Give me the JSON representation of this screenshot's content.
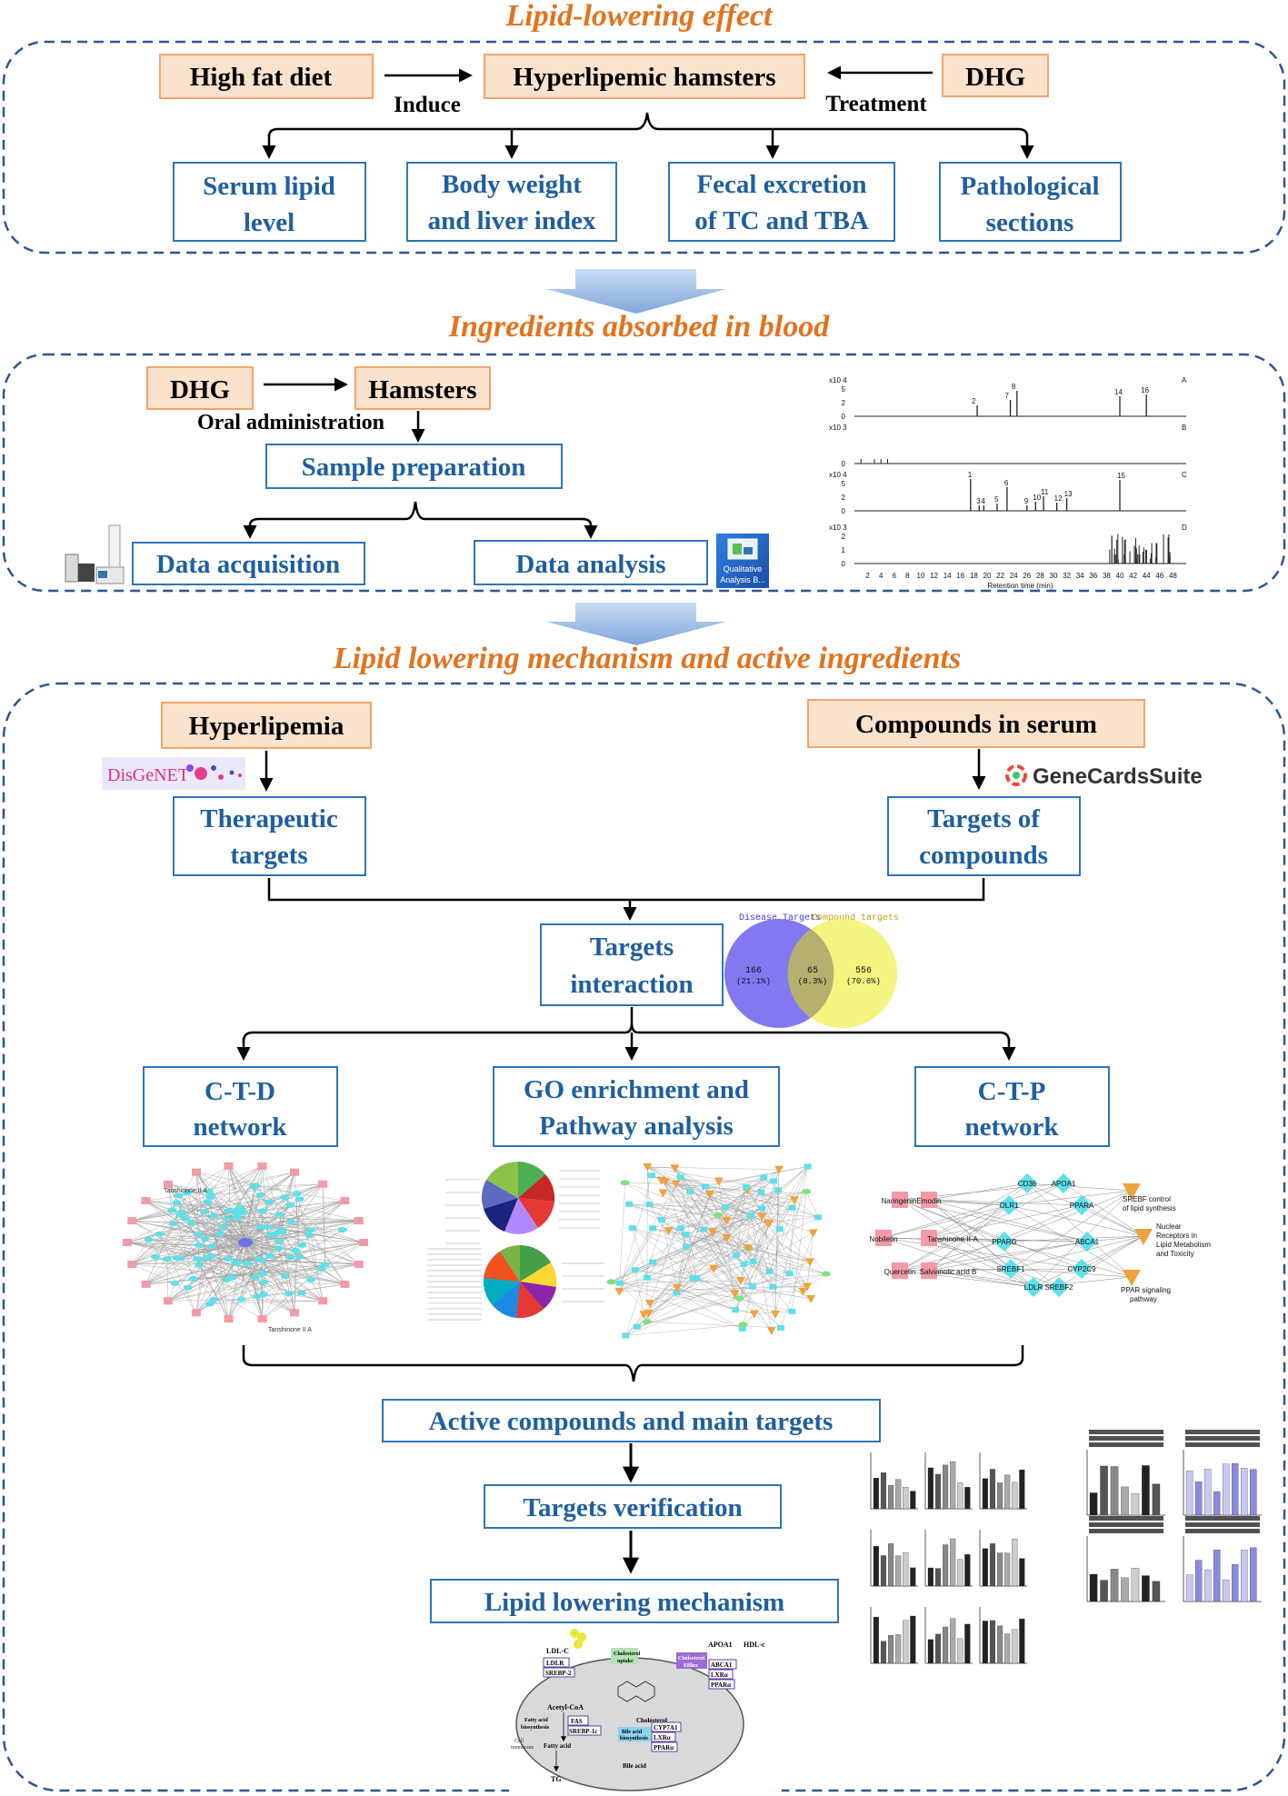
{
  "sections": {
    "s1_title": "Lipid-lowering effect",
    "s2_title": "Ingredients absorbed in blood",
    "s3_title": "Lipid lowering mechanism and active ingredients"
  },
  "s1": {
    "high_fat_diet": "High fat diet",
    "hyperlipemic_hamsters": "Hyperlipemic hamsters",
    "dhg": "DHG",
    "induce": "Induce",
    "treatment": "Treatment",
    "serum_lipid": [
      "Serum lipid",
      "level"
    ],
    "body_weight": [
      "Body weight",
      "and liver index"
    ],
    "fecal_excretion": [
      "Fecal excretion",
      "of TC and TBA"
    ],
    "pathological": [
      "Pathological",
      "sections"
    ]
  },
  "s2": {
    "dhg": "DHG",
    "hamsters": "Hamsters",
    "oral_admin": "Oral administration",
    "sample_prep": "Sample preparation",
    "data_acq": "Data acquisition",
    "data_analysis": "Data analysis",
    "software_icon_label": [
      "Qualitative",
      "Analysis B..."
    ],
    "chromatogram": {
      "xlabel": "Retention time (min)",
      "ticks": [
        "2",
        "4",
        "6",
        "8",
        "10",
        "12",
        "14",
        "16",
        "18",
        "20",
        "22",
        "24",
        "26",
        "28",
        "30",
        "32",
        "34",
        "36",
        "38",
        "40",
        "42",
        "44",
        "46",
        "48"
      ],
      "panels": [
        {
          "label": "A",
          "scale": "x10 4",
          "y_ticks": [
            "5",
            "2",
            "0"
          ]
        },
        {
          "label": "B",
          "scale": "x10 3",
          "y_ticks": [
            "0"
          ]
        },
        {
          "label": "C",
          "scale": "x10 4",
          "y_ticks": [
            "5",
            "2",
            "0"
          ]
        },
        {
          "label": "D",
          "scale": "x10 3",
          "y_ticks": [
            "2",
            "1",
            "0"
          ]
        }
      ],
      "peaks_a": [
        "2",
        "7",
        "8",
        "14",
        "16"
      ],
      "peaks_c": [
        "1",
        "3",
        "4",
        "5",
        "6",
        "9",
        "10",
        "11",
        "12",
        "13",
        "15"
      ]
    }
  },
  "s3": {
    "hyperlipemia": "Hyperlipemia",
    "compounds_in_serum": "Compounds in serum",
    "disgenet": "DisGeNET",
    "genecards": "GeneCardsSuite",
    "therapeutic_targets": [
      "Therapeutic",
      "targets"
    ],
    "targets_of_compounds": [
      "Targets of",
      "compounds"
    ],
    "targets_interaction": [
      "Targets",
      "interaction"
    ],
    "venn": {
      "left_title": "Disease Targets",
      "right_title": "Compound targets",
      "left_only": "166",
      "left_pct": "(21.1%)",
      "overlap": "65",
      "overlap_pct": "(8.3%)",
      "right_only": "556",
      "right_pct": "(70.6%)"
    },
    "ctd_network": [
      "C-T-D",
      "network"
    ],
    "go_enrichment": [
      "GO enrichment and",
      "Pathway analysis"
    ],
    "ctp_network": [
      "C-T-P",
      "network"
    ],
    "ctd_labels": [
      "Tanshinone II A",
      "Tanshinone II A"
    ],
    "ctp_labels": {
      "naringenin": "Naringenin",
      "emodin": "Emodin",
      "nobiletin": "Nobiletin",
      "tanshinone": "Tanshinone II-A",
      "quercetin": "Quercetin",
      "salvianolic": "Salvianolic acid B",
      "cd36": "CD36",
      "apoa1": "APOA1",
      "olr1": "OLR1",
      "ppara": "PPARA",
      "pparg": "PPARG",
      "abca1": "ABCA1",
      "srebf1": "SREBF1",
      "cyp2c9": "CYP2C9",
      "ldlr": "LDLR",
      "srebf2": "SREBF2",
      "srebp_control": [
        "SREBF control",
        "of lipid synthesis"
      ],
      "nuclear": [
        "Nuclear",
        "Receptors in",
        "Lipid Metabolism",
        "and Toxicity"
      ],
      "ppar_signaling": [
        "PPAR signaling",
        "pathway"
      ]
    },
    "active_compounds": "Active compounds and main targets",
    "targets_verification": "Targets verification",
    "lipid_mechanism": "Lipid lowering mechanism",
    "mechanism_diagram": {
      "ldl_c": "LDL-C",
      "cholesterol_uptake": [
        "Cholesterol",
        "uptake"
      ],
      "apoa1": "APOA1",
      "hdl_c": "HDL-c",
      "cholesterol_efflux": [
        "Cholesterol",
        "Efflux"
      ],
      "ldlr": "LDLR",
      "srebp2": "SREBP-2",
      "abca1": "ABCA1",
      "lxra": "LXRα",
      "ppara": "PPARα",
      "cholesterol": "Cholesterol",
      "acetyl_coa": "Acetyl-CoA",
      "fatty_acid_bio": [
        "Fatty acid",
        "biosynthesis"
      ],
      "fas": "FAS",
      "srebp1c": "SREBP-1c",
      "fatty_acid": "Fatty acid",
      "tg": "TG",
      "bile_acid_bio": [
        "Bile acid",
        "biosynthesis"
      ],
      "cyp7a1": "CYP7A1",
      "lxra2": "LXRα",
      "ppara2": "PPARα",
      "bile_acid": "Bile acid",
      "cell_membrane": [
        "Cell",
        "membrane"
      ]
    }
  },
  "colors": {
    "title_orange": "#e2731f",
    "box_blue_border": "#2e75b6",
    "box_blue_text": "#1f5fa0",
    "orange_fill": "#fbe2cc",
    "orange_border": "#f2a46a",
    "dashed": "#2f5597",
    "venn_left": "#7b72f0",
    "venn_right": "#f2f26a",
    "node_cyan": "#5fe0e8",
    "node_pink": "#f39aa6",
    "node_orange": "#f0a23c"
  }
}
